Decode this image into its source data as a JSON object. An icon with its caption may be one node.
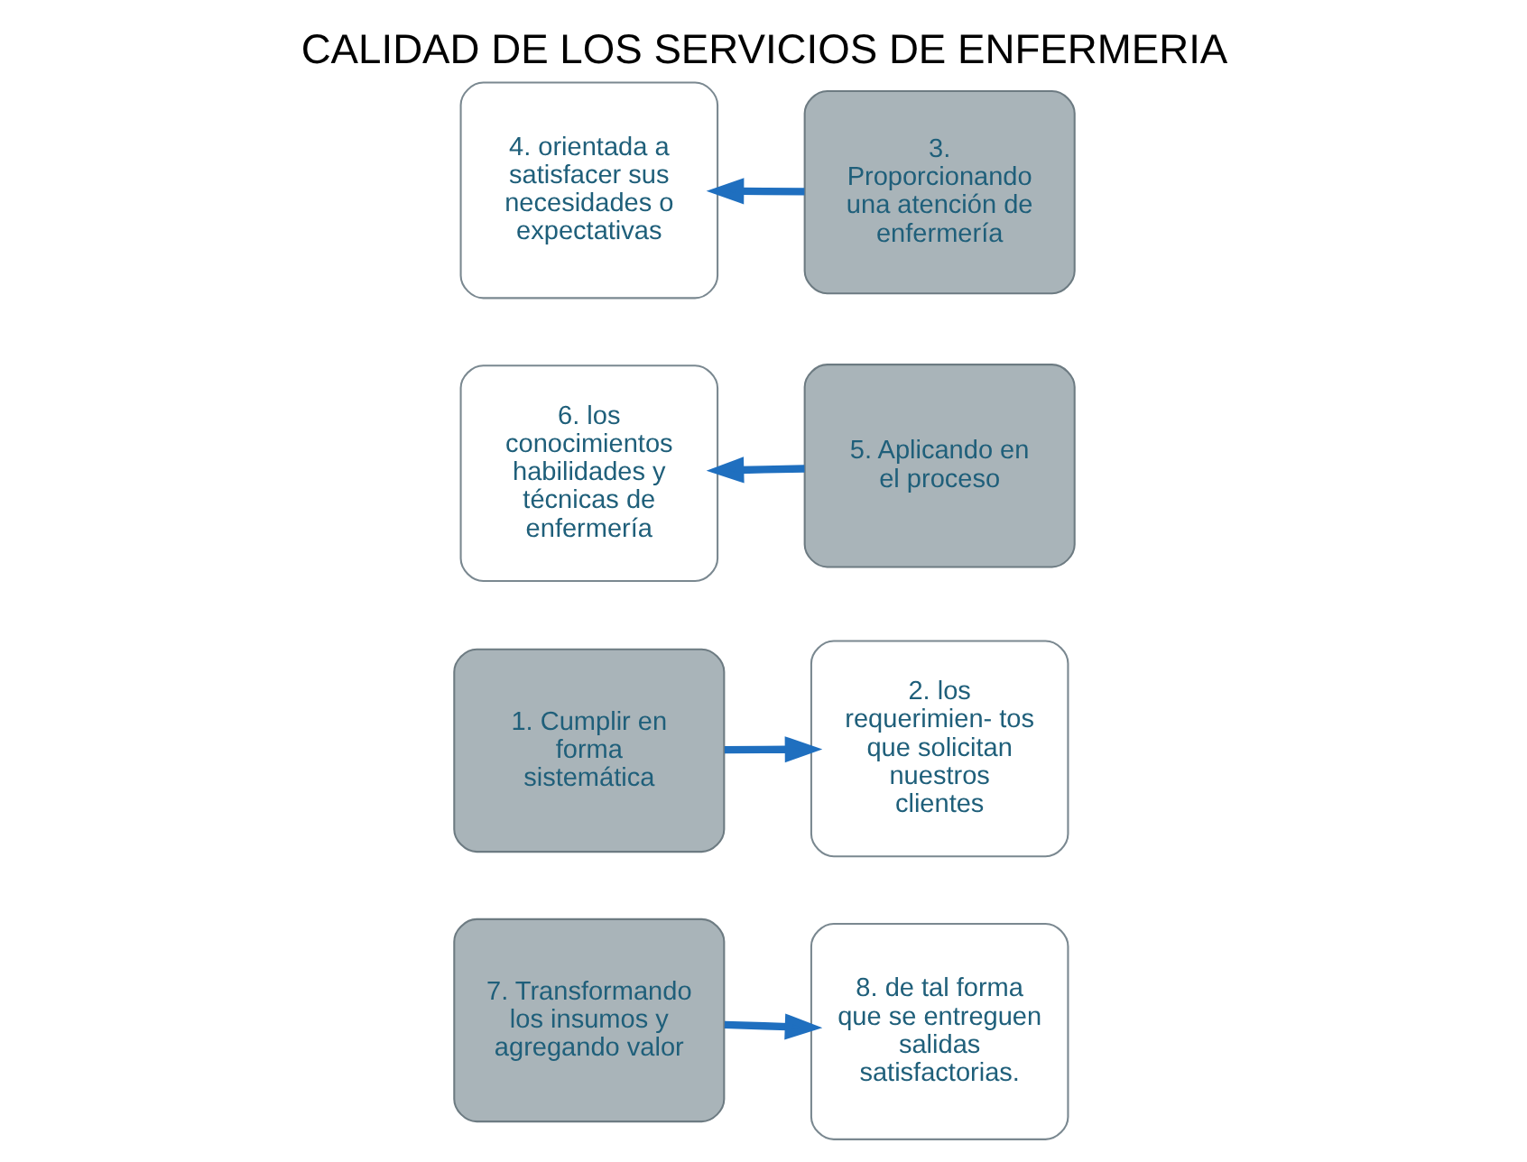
{
  "diagram": {
    "title": "CALIDAD DE LOS SERVICIOS DE ENFERMERIA",
    "nodes": [
      {
        "text": [
          "1. Cumplir en forma sistemática"
        ]
      },
      {
        "text": [
          "2. los requerimien- tos que solicitan nuestros clientes"
        ]
      },
      {
        "text": [
          "3. Proporcionando una atención de enfermería"
        ]
      },
      {
        "text": [
          "4. orientada a satisfacer sus necesidades o expectativas"
        ]
      },
      {
        "text": [
          "5. Aplicando en el proceso"
        ]
      },
      {
        "text": [
          "6. los conocimientos habilidades y técnicas de enfermería"
        ]
      },
      {
        "text": [
          "7. Transformando los insumos y agregando valor"
        ]
      },
      {
        "text": [
          "8. de tal forma que se entreguen salidas satisfactorias."
        ]
      }
    ],
    "edges": [
      {
        "from": 0,
        "to": 1,
        "arrow": "to"
      },
      {
        "from": 2,
        "to": 3,
        "arrow": "to"
      },
      {
        "from": 4,
        "to": 5,
        "arrow": "to"
      },
      {
        "from": 6,
        "to": 7,
        "arrow": "to"
      }
    ]
  }
}
